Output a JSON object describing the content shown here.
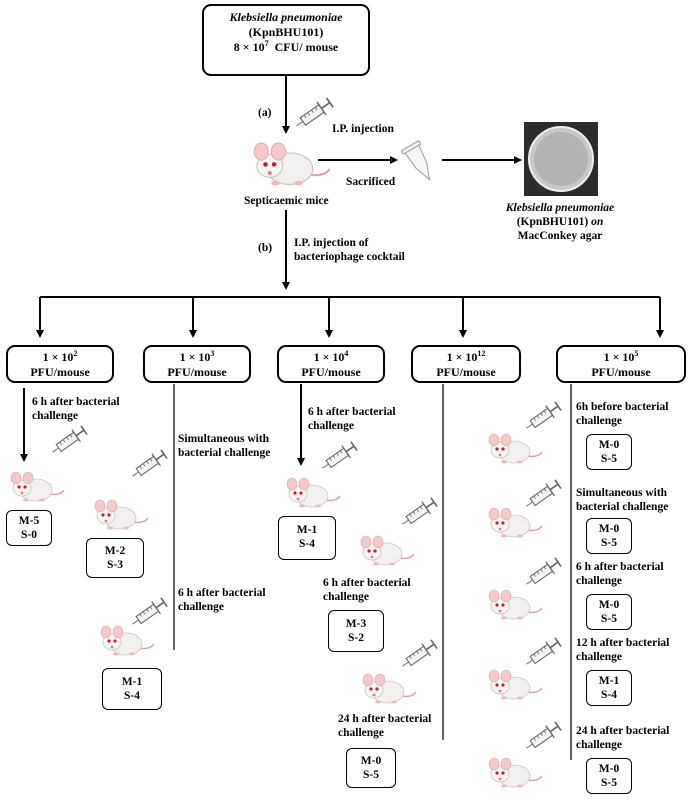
{
  "top_box": {
    "species": "Klebsiella pneumoniae",
    "strain": "(KpnBHU101)",
    "dose_base": "8 × 10",
    "dose_exp": "7",
    "dose_unit": "CFU/ mouse"
  },
  "step_a": "(a)",
  "ip_injection": "I.P. injection",
  "septicaemic": "Septicaemic mice",
  "sacrificed": "Sacrificed",
  "plate_label": {
    "species": "Klebsiella pneumoniae",
    "strain": "(KpnBHU101)",
    "on": "on",
    "agar": "MacConkey agar"
  },
  "step_b": "(b)",
  "phage_line1": "I.P. injection of",
  "phage_line2": "bacteriophage cocktail",
  "pfu_unit": "PFU/mouse",
  "doses": [
    {
      "base": "1 × 10",
      "exp": "2"
    },
    {
      "base": "1 × 10",
      "exp": "3"
    },
    {
      "base": "1 × 10",
      "exp": "4"
    },
    {
      "base": "1 × 10",
      "exp": "12"
    },
    {
      "base": "1 × 10",
      "exp": "5"
    }
  ],
  "timing": {
    "after6": [
      "6 h  after bacterial",
      "challenge"
    ],
    "simultaneous": [
      "Simultaneous with",
      "bacterial challenge"
    ],
    "before6": [
      "6h before bacterial",
      "challenge"
    ],
    "after12": [
      "12 h  after bacterial",
      "challenge"
    ],
    "after24": [
      "24 h  after bacterial",
      "challenge"
    ]
  },
  "outcomes": {
    "c1": [
      {
        "m": "M-5",
        "s": "S-0"
      }
    ],
    "c2": [
      {
        "m": "M-2",
        "s": "S-3"
      },
      {
        "m": "M-1",
        "s": "S-4"
      }
    ],
    "c3": [
      {
        "m": "M-1",
        "s": "S-4"
      }
    ],
    "c4": [
      {
        "m": "M-3",
        "s": "S-2"
      },
      {
        "m": "M-0",
        "s": "S-5"
      }
    ],
    "c5": [
      {
        "m": "M-0",
        "s": "S-5"
      },
      {
        "m": "M-0",
        "s": "S-5"
      },
      {
        "m": "M-0",
        "s": "S-5"
      },
      {
        "m": "M-1",
        "s": "S-4"
      },
      {
        "m": "M-0",
        "s": "S-5"
      }
    ]
  }
}
